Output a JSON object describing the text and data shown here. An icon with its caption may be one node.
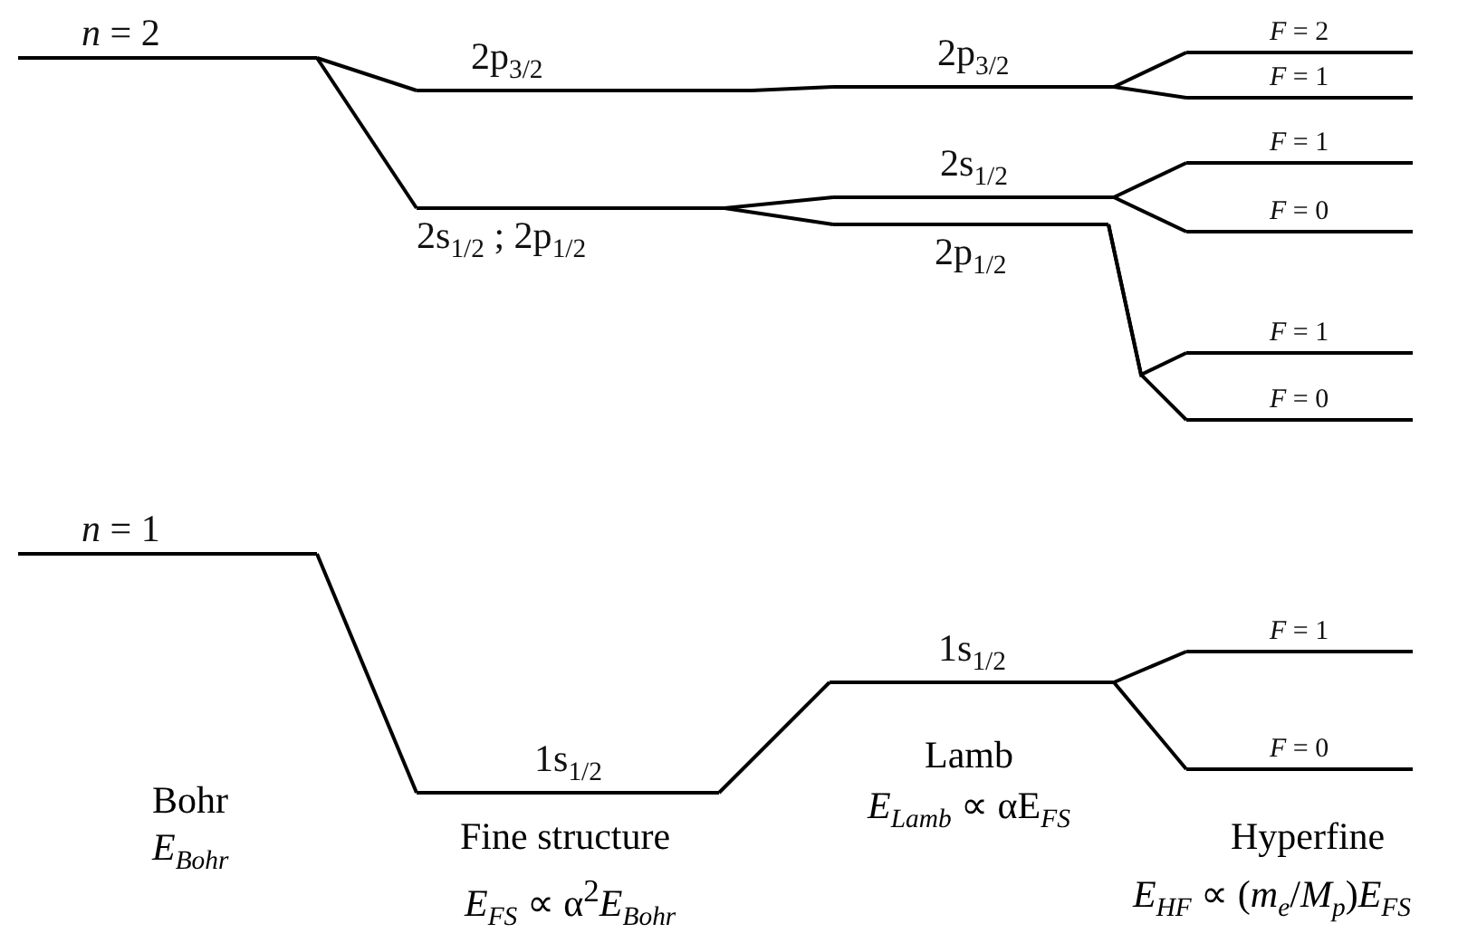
{
  "diagram": {
    "nodes": [
      {
        "text": [
          "*n* = 2"
        ]
      },
      {
        "text": [
          "2p$_{3/2}$"
        ]
      },
      {
        "text": [
          "2s$_{1/2}$ ; 2p$_{1/2}$"
        ]
      },
      {
        "text": [
          "2p$_{3/2}$"
        ]
      },
      {
        "text": [
          "2s$_{1/2}$"
        ]
      },
      {
        "text": [
          "2p$_{1/2}$"
        ]
      },
      {
        "text": [
          "*F* = 2"
        ]
      },
      {
        "text": [
          "*F* = 1"
        ]
      },
      {
        "text": [
          "*F* = 1"
        ]
      },
      {
        "text": [
          "*F* = 0"
        ]
      },
      {
        "text": [
          "*F* = 1"
        ]
      },
      {
        "text": [
          "*F* = 0"
        ]
      },
      {
        "text": [
          "*n* = 1"
        ]
      },
      {
        "text": [
          "1s$_{1/2}$"
        ]
      },
      {
        "text": [
          "1s$_{1/2}$"
        ]
      },
      {
        "text": [
          "*F* = 1"
        ]
      },
      {
        "text": [
          "*F* = 0"
        ]
      }
    ],
    "edges": [
      {
        "from": 0,
        "to": 1,
        "arrow": "none"
      },
      {
        "from": 0,
        "to": 2,
        "arrow": "none"
      },
      {
        "from": 1,
        "to": 3,
        "arrow": "none"
      },
      {
        "from": 2,
        "to": 4,
        "arrow": "none"
      },
      {
        "from": 2,
        "to": 5,
        "arrow": "none"
      },
      {
        "from": 3,
        "to": 6,
        "arrow": "none"
      },
      {
        "from": 3,
        "to": 7,
        "arrow": "none"
      },
      {
        "from": 4,
        "to": 8,
        "arrow": "none"
      },
      {
        "from": 4,
        "to": 9,
        "arrow": "none"
      },
      {
        "from": 5,
        "to": 10,
        "arrow": "none"
      },
      {
        "from": 5,
        "to": 11,
        "arrow": "none"
      },
      {
        "from": 12,
        "to": 13,
        "arrow": "none"
      },
      {
        "from": 13,
        "to": 14,
        "arrow": "none"
      },
      {
        "from": 14,
        "to": 15,
        "arrow": "none"
      },
      {
        "from": 14,
        "to": 16,
        "arrow": "none"
      }
    ],
    "labels": [
      "Bohr",
      "*E*$_{Bohr}$",
      "Fine structure",
      "*E*$_{FS}$ ∝ α$^{2}$*E*$_{Bohr}$",
      "Lamb",
      "*E*$_{Lamb}$ ∝ αE$_{FS}$",
      "Hyperfine",
      "*E*$_{HF}$ ∝ (*m*$_{e}$/*M*$_{p}$)*E*$_{FS}$"
    ]
  }
}
